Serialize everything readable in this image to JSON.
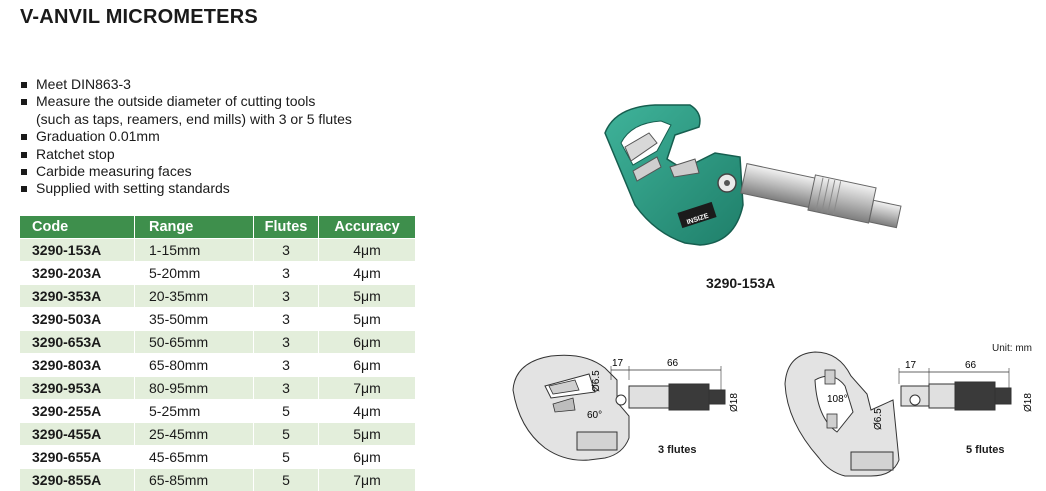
{
  "title": "V-ANVIL MICROMETERS",
  "features": [
    "Meet DIN863-3",
    "Measure the outside diameter of cutting tools",
    "(such as taps, reamers, end mills) with 3 or 5 flutes",
    "Graduation 0.01mm",
    "Ratchet stop",
    "Carbide measuring faces",
    "Supplied with setting standards"
  ],
  "table": {
    "headers": [
      "Code",
      "Range",
      "Flutes",
      "Accuracy"
    ],
    "rows": [
      [
        "3290-153A",
        "1-15mm",
        "3",
        "4μm"
      ],
      [
        "3290-203A",
        "5-20mm",
        "3",
        "4μm"
      ],
      [
        "3290-353A",
        "20-35mm",
        "3",
        "5μm"
      ],
      [
        "3290-503A",
        "35-50mm",
        "3",
        "5μm"
      ],
      [
        "3290-653A",
        "50-65mm",
        "3",
        "6μm"
      ],
      [
        "3290-803A",
        "65-80mm",
        "3",
        "6μm"
      ],
      [
        "3290-953A",
        "80-95mm",
        "3",
        "7μm"
      ],
      [
        "3290-255A",
        "5-25mm",
        "5",
        "4μm"
      ],
      [
        "3290-455A",
        "25-45mm",
        "5",
        "5μm"
      ],
      [
        "3290-655A",
        "45-65mm",
        "5",
        "6μm"
      ],
      [
        "3290-855A",
        "65-85mm",
        "5",
        "7μm"
      ]
    ]
  },
  "photo": {
    "caption": "3290-153A",
    "brand_text": "INSIZE",
    "frame_color": "#2e9e86"
  },
  "drawings": {
    "unit": "Unit: mm",
    "three": {
      "caption": "3 flutes",
      "dim_width": "17",
      "dim_length": "66",
      "dim_dia_anvil": "Ø6.5",
      "dim_dia_thimble": "Ø18",
      "angle": "60°"
    },
    "five": {
      "caption": "5 flutes",
      "dim_width": "17",
      "dim_length": "66",
      "dim_dia_anvil": "Ø6.5",
      "dim_dia_thimble": "Ø18",
      "angle": "108°"
    }
  },
  "colors": {
    "table_header": "#3e8f4c",
    "table_stripe": "#e3eedb"
  }
}
